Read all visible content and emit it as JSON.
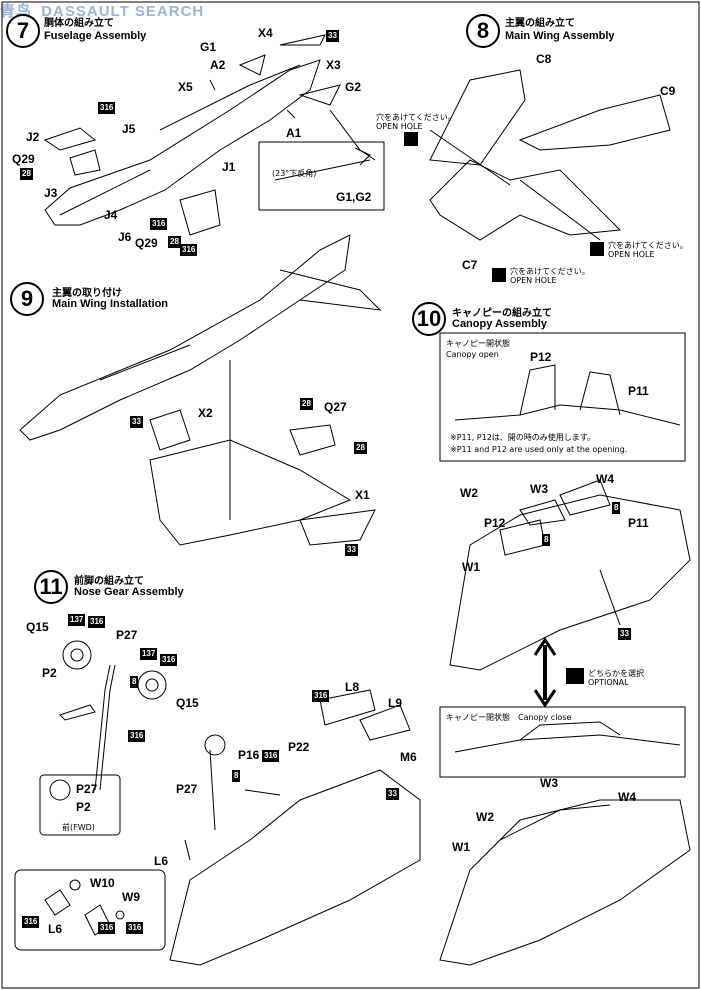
{
  "watermark": {
    "cn": "青鸟",
    "en": "DASSAULT SEARCH"
  },
  "steps": {
    "s7": {
      "num": "7",
      "jp": "胴体の組み立て",
      "en": "Fuselage Assembly"
    },
    "s8": {
      "num": "8",
      "jp": "主翼の組み立て",
      "en": "Main Wing Assembly"
    },
    "s9": {
      "num": "9",
      "jp": "主翼の取り付け",
      "en": "Main Wing Installation"
    },
    "s10": {
      "num": "10",
      "jp": "キャノピーの組み立て",
      "en": "Canopy Assembly"
    },
    "s11": {
      "num": "11",
      "jp": "前脚の組み立て",
      "en": "Nose Gear Assembly"
    }
  },
  "parts": {
    "X4": "X4",
    "G1": "G1",
    "A2": "A2",
    "X3": "X3",
    "X5": "X5",
    "G2": "G2",
    "A1": "A1",
    "J2": "J2",
    "J5": "J5",
    "Q29": "Q29",
    "J3": "J3",
    "J1": "J1",
    "J4": "J4",
    "J6": "J6",
    "Q29b": "Q29",
    "G1G2": "G1,G2",
    "anhedral": "(23°下反角)",
    "C8": "C8",
    "C9": "C9",
    "C7": "C7",
    "X2": "X2",
    "Q27": "Q27",
    "X1": "X1",
    "P12": "P12",
    "P11": "P11",
    "W2": "W2",
    "W3": "W3",
    "W4": "W4",
    "P12b": "P12",
    "P11b": "P11",
    "W1": "W1",
    "W3b": "W3",
    "W4b": "W4",
    "W2b": "W2",
    "W1b": "W1",
    "Q15": "Q15",
    "P27": "P27",
    "Q15b": "Q15",
    "P2": "P2",
    "L8": "L8",
    "L9": "L9",
    "P16": "P16",
    "P22": "P22",
    "M6": "M6",
    "P27b": "P27",
    "L6": "L6",
    "W10": "W10",
    "W9": "W9",
    "L6b": "L6",
    "P27c": "P27",
    "P2c": "P2"
  },
  "badges": {
    "b33a": "33",
    "b316a": "316",
    "b28a": "28",
    "b316b": "316",
    "b28b": "28",
    "b316c": "316",
    "b33b": "33",
    "b28c": "28",
    "b33c": "33",
    "b8a": "8",
    "b8b": "8",
    "b33d": "33",
    "b137a": "137",
    "b316d": "316",
    "b137b": "137",
    "b316e": "316",
    "b8c": "8",
    "b316f": "316",
    "b316g": "316",
    "b8d": "8",
    "b316h": "316",
    "b33e": "33",
    "b316i": "316",
    "b316j": "316",
    "b316k": "316"
  },
  "notes": {
    "openhole_jp": "穴をあけてください。",
    "openhole_en": "OPEN HOLE",
    "canopy_open_jp": "キャノピー開状態",
    "canopy_open_en": "Canopy open",
    "canopy_note_jp": "※P11, P12は、開の時のみ使用します。",
    "canopy_note_en": "※P11 and P12 are used only at the opening.",
    "optional_jp": "どちらかを選択",
    "optional_en": "OPTIONAL",
    "canopy_close": "キャノピー閉状態　Canopy close",
    "fwd": "前(FWD)"
  }
}
